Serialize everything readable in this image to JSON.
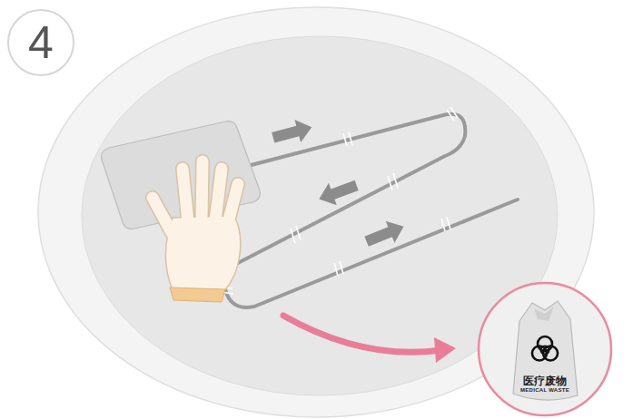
{
  "diagram": {
    "nodes": [
      {
        "text": [
          "4"
        ]
      },
      {
        "text": [
          "医疗废物",
          "MEDICAL WASTE"
        ]
      }
    ]
  }
}
